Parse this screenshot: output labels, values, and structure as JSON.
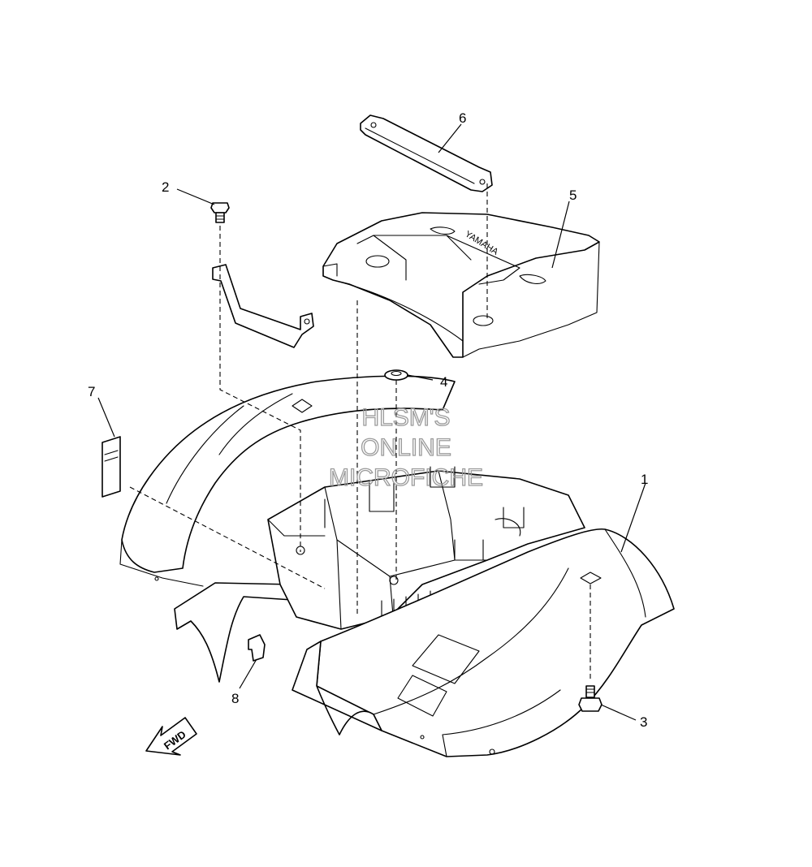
{
  "callouts": {
    "c1": "1",
    "c2": "2",
    "c3": "3",
    "c4": "4",
    "c5": "5",
    "c6": "6",
    "c7": "7",
    "c8": "8"
  },
  "fwd_label": "FWD",
  "rack_emboss": "YAMAHA",
  "watermark": {
    "line1": "HLSM'S",
    "line2": "ONLINE",
    "line3": "MICROFICHE"
  }
}
